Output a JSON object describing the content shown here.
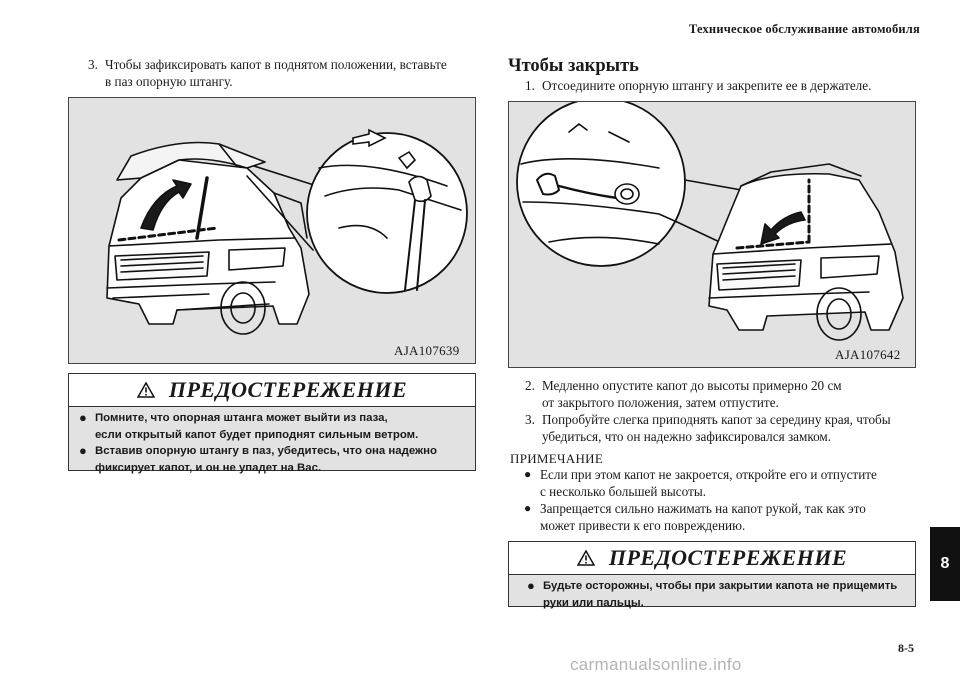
{
  "header": {
    "title": "Техническое обслуживание автомобиля"
  },
  "left": {
    "step3": {
      "number": "3.",
      "line1": "Чтобы зафиксировать капот в поднятом положении, вставьте",
      "line2": "в паз опорную штангу."
    },
    "figure_caption": "AJA107639",
    "warning": {
      "title": "ПРЕДОСТЕРЕЖЕНИЕ",
      "items": [
        {
          "line1": "Помните, что опорная штанга может выйти из паза,",
          "line2": "если открытый капот будет приподнят сильным ветром."
        },
        {
          "line1": "Вставив опорную штангу в паз, убедитесь, что она надежно",
          "line2": "фиксирует капот, и он не упадет на Вас."
        }
      ]
    }
  },
  "right": {
    "heading": "Чтобы закрыть",
    "step1": {
      "number": "1.",
      "text": "Отсоедините опорную штангу и закрепите ее в держателе."
    },
    "figure_caption": "AJA107642",
    "step2": {
      "number": "2.",
      "line1": "Медленно опустите капот до высоты примерно 20 см",
      "line2": "от закрытого положения, затем отпустите."
    },
    "step3": {
      "number": "3.",
      "line1": "Попробуйте слегка приподнять капот за середину края, чтобы",
      "line2": "убедиться, что он надежно зафиксировался замком."
    },
    "note": {
      "heading": "ПРИМЕЧАНИЕ",
      "items": [
        {
          "line1": "Если при этом капот не закроется, откройте его и отпустите",
          "line2": "с несколько большей высоты."
        },
        {
          "line1": "Запрещается сильно нажимать на капот рукой, так как это",
          "line2": "может привести к его повреждению."
        }
      ]
    },
    "warning": {
      "title": "ПРЕДОСТЕРЕЖЕНИЕ",
      "items": [
        {
          "line1": "Будьте осторожны, чтобы при закрытии капота не прищемить",
          "line2": "руки или пальцы."
        }
      ]
    }
  },
  "section_tab": "8",
  "page_number": "8-5",
  "watermark": "carmanualsonline.info"
}
